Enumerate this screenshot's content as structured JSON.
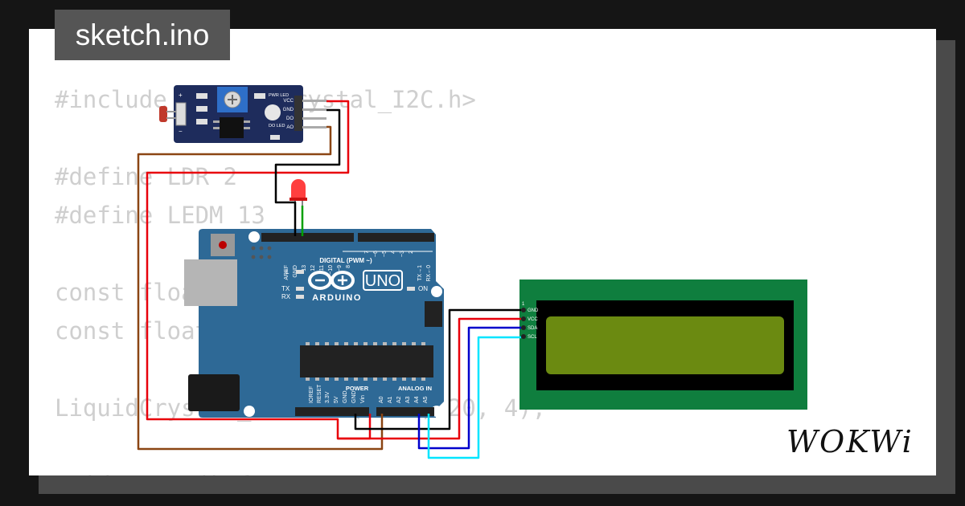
{
  "file_tab": "sketch.ino",
  "code_lines": [
    "#include <LiquidCrystal_I2C.h>",
    "",
    "#define LDR 2",
    "#define LEDM 13",
    "",
    "const float",
    "const float",
    "",
    "LiquidCrystal_I2C lcd(0x27, 20, 4);",
    "",
    "void setup() {"
  ],
  "ldr_module": {
    "pins": [
      "VCC",
      "GND",
      "DO",
      "AO"
    ],
    "leds": [
      "PWR LED",
      "DO LED"
    ]
  },
  "arduino": {
    "brand": "ARDUINO",
    "model": "UNO",
    "digital_header_label": "DIGITAL (PWM ~)",
    "top_pin_labels": [
      "AREF",
      "GND",
      "13",
      "12",
      "~11",
      "~10",
      "~9",
      "8",
      "7",
      "~6",
      "~5",
      "4",
      "~3",
      "2",
      "TX→1",
      "RX←0"
    ],
    "power_header_label": "POWER",
    "analog_header_label": "ANALOG IN",
    "bottom_pin_labels": [
      "IOREF",
      "RESET",
      "3.3V",
      "5V",
      "GND",
      "GND",
      "Vin",
      "A0",
      "A1",
      "A2",
      "A3",
      "A4",
      "A5"
    ],
    "led_labels": [
      "L",
      "TX",
      "RX",
      "ON"
    ]
  },
  "lcd": {
    "pins": [
      "GND",
      "VCC",
      "SDA",
      "SCL"
    ],
    "pin1_marker": "1"
  },
  "brand_logo": "WOKWi",
  "colors": {
    "background": "#151515",
    "card": "#ffffff",
    "tab": "#555555",
    "code_text": "#cfcfcf",
    "arduino_board": "#2e6996",
    "ldr_board": "#1e2c5c",
    "lcd_pcb": "#0f7e3e",
    "lcd_screen": "#6b8a11",
    "wire_red": "#e8000b",
    "wire_black": "#000000",
    "wire_brown": "#8b4513",
    "wire_green": "#00a000",
    "wire_blue": "#0000cc",
    "wire_cyan": "#00e5ff"
  }
}
